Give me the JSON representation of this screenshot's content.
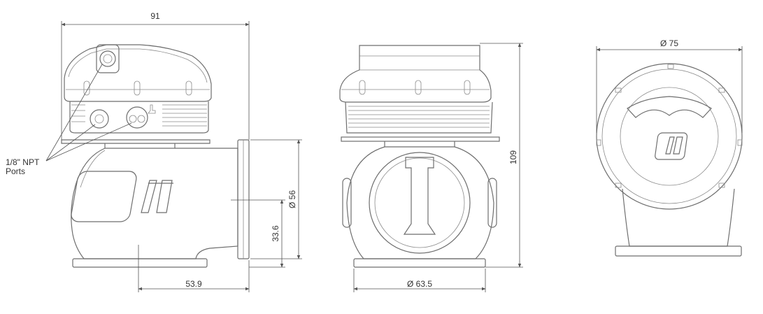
{
  "dimensions": {
    "side_width": "91",
    "side_outlet_offset": "53.9",
    "side_inlet_height": "33.6",
    "side_flange_diameter": "Ø 56",
    "front_height": "109",
    "front_base_diameter": "Ø 63.5",
    "top_diameter": "Ø 75"
  },
  "callout": {
    "line1": "1/8\" NPT",
    "line2": "Ports"
  },
  "colors": {
    "line": "#6e6e6e",
    "dimension": "#555555",
    "text": "#333333",
    "background": "#ffffff"
  },
  "icons": [
    "turbosmart-logo"
  ]
}
